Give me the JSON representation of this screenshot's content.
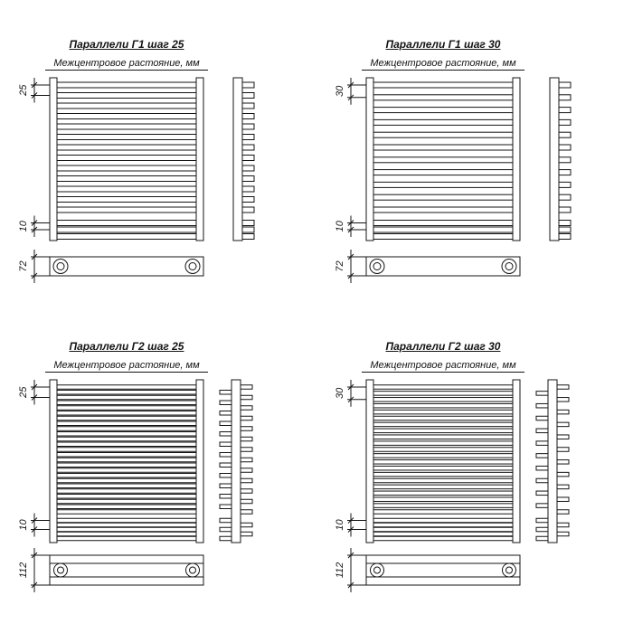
{
  "drawing": {
    "background": "#ffffff",
    "line_color": "#141414",
    "panels": [
      {
        "title": "Параллели Г1 шаг 25",
        "subtitle": "Межцентровое растояние, мм",
        "step_label": "25",
        "spacing_label": "10",
        "base_label": "72",
        "rows": 1,
        "main_tubes": 13,
        "tight_tubes": 3
      },
      {
        "title": "Параллели Г1 шаг 30",
        "subtitle": "Межцентровое растояние, мм",
        "step_label": "30",
        "spacing_label": "10",
        "base_label": "72",
        "rows": 1,
        "main_tubes": 11,
        "tight_tubes": 3
      },
      {
        "title": "Параллели Г2 шаг 25",
        "subtitle": "Межцентровое растояние, мм",
        "step_label": "25",
        "spacing_label": "10",
        "base_label": "112",
        "rows": 2,
        "main_tubes": 25,
        "tight_tubes": 5
      },
      {
        "title": "Параллели Г2 шаг 30",
        "subtitle": "Межцентровое растояние, мм",
        "step_label": "30",
        "spacing_label": "10",
        "base_label": "112",
        "rows": 2,
        "main_tubes": 21,
        "tight_tubes": 5
      }
    ]
  }
}
